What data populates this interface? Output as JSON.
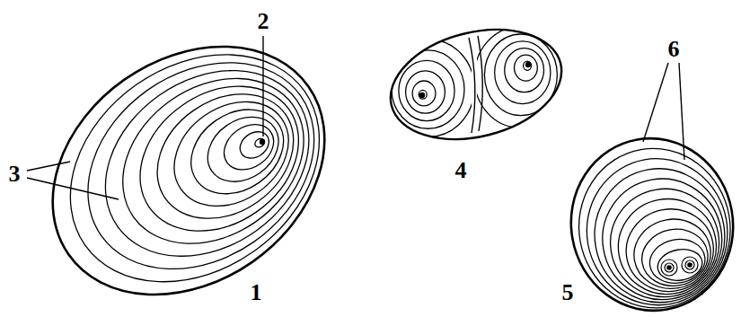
{
  "diagram": {
    "labels": [
      "2",
      "6",
      "3",
      "4",
      "1",
      "5"
    ]
  }
}
